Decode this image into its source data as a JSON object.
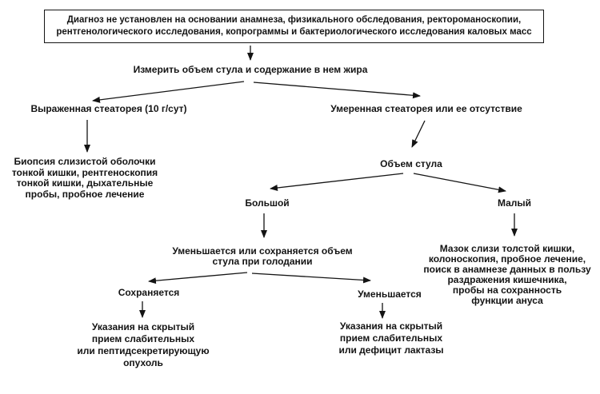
{
  "diagram": {
    "language": "ru",
    "background_color": "#ffffff",
    "line_color": "#141414",
    "nodes": {
      "start_box": {
        "text": "Диагноз не установлен на основании анамнеза, физикального обследования, ректороманоскопии,\nрентгенологического исследования, копрограммы и бактериологического исследования каловых масс"
      },
      "measure": {
        "text": "Измерить объем стула и содержание в нем жира"
      },
      "marked_steatorrhea": {
        "text": "Выраженная стеаторея (10 г/сут)"
      },
      "biopsy_leaf": {
        "text": "Биопсия слизистой оболочки\nтонкой кишки, рентгеноскопия\nтонкой кишки, дыхательные\nпробы, пробное лечение"
      },
      "moderate_steatorrhea": {
        "text": "Умеренная стеаторея или ее отсутствие"
      },
      "stool_volume": {
        "text": "Объем стула"
      },
      "large": {
        "text": "Большой"
      },
      "small": {
        "text": "Малый"
      },
      "fasting": {
        "text": "Уменьшается или сохраняется объем\nстула при голодании"
      },
      "persists": {
        "text": "Сохраняется"
      },
      "decreases": {
        "text": "Уменьшается"
      },
      "laxative_tumor_leaf": {
        "text": "Указания на скрытый\nприем слабительных\nили пептидсекретирующую\nопухоль"
      },
      "laxative_lactase_leaf": {
        "text": "Указания на скрытый\nприем слабительных\nили дефицит лактазы"
      },
      "mucus_leaf": {
        "text": "Мазок слизи толстой кишки,\nколоноскопия, пробное лечение,\nпоиск в анамнезе данных в пользу\nраздражения кишечника,\nпробы на сохранность\nфункции ануса"
      }
    },
    "edges": [
      {
        "from": "start_box",
        "to": "measure"
      },
      {
        "from": "measure",
        "to": "marked_steatorrhea"
      },
      {
        "from": "measure",
        "to": "moderate_steatorrhea"
      },
      {
        "from": "marked_steatorrhea",
        "to": "biopsy_leaf"
      },
      {
        "from": "moderate_steatorrhea",
        "to": "stool_volume"
      },
      {
        "from": "stool_volume",
        "to": "large"
      },
      {
        "from": "stool_volume",
        "to": "small"
      },
      {
        "from": "large",
        "to": "fasting"
      },
      {
        "from": "small",
        "to": "mucus_leaf"
      },
      {
        "from": "fasting",
        "to": "persists"
      },
      {
        "from": "fasting",
        "to": "decreases"
      },
      {
        "from": "persists",
        "to": "laxative_tumor_leaf"
      },
      {
        "from": "decreases",
        "to": "laxative_lactase_leaf"
      }
    ]
  }
}
